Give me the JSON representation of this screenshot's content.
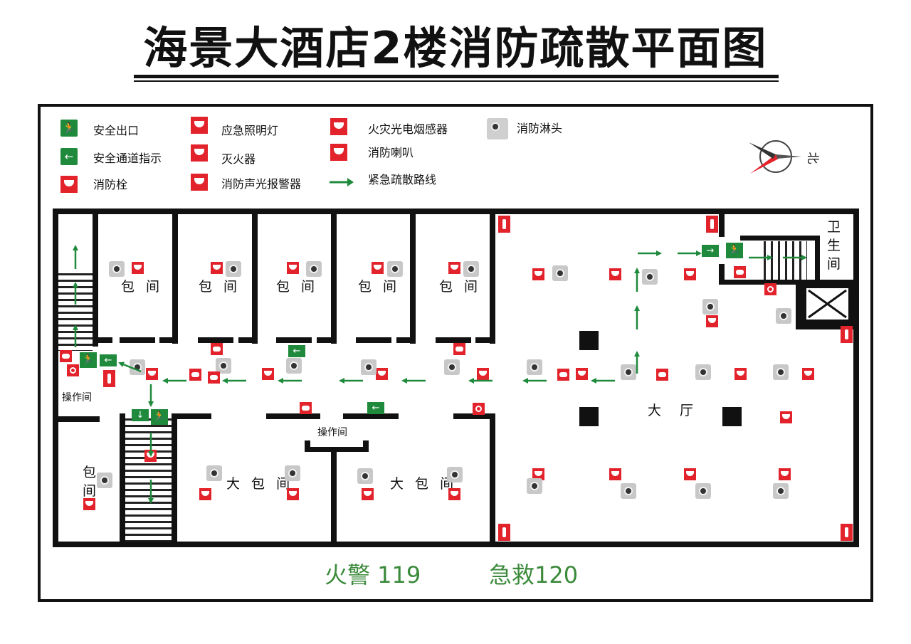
{
  "title": "海景大酒店2楼消防疏散平面图",
  "legend": {
    "exit": "安全出口",
    "exit_direction": "安全通道指示",
    "hydrant": "消防栓",
    "emergency_light": "应急照明灯",
    "extinguisher": "灭火器",
    "alarm": "消防声光报警器",
    "smoke_detector": "火灾光电烟感器",
    "speaker": "消防喇叭",
    "evacuation_route": "紧急疏散路线",
    "sprinkler": "消防淋头"
  },
  "compass": {
    "label": "北"
  },
  "rooms": {
    "private_room": "包 间",
    "private_room_vertical": "包\n间",
    "large_private_room": "大 包 间",
    "hall": "大 厅",
    "operation_room": "操作间",
    "restroom": "卫\n生\n间"
  },
  "emergency_numbers": {
    "fire": "火警 119",
    "ambulance": "急救120"
  },
  "colors": {
    "exit_green": "#1f8a3c",
    "safety_red": "#e3232c",
    "route_green": "#1f8a3c",
    "number_green": "#3b8a3b"
  }
}
